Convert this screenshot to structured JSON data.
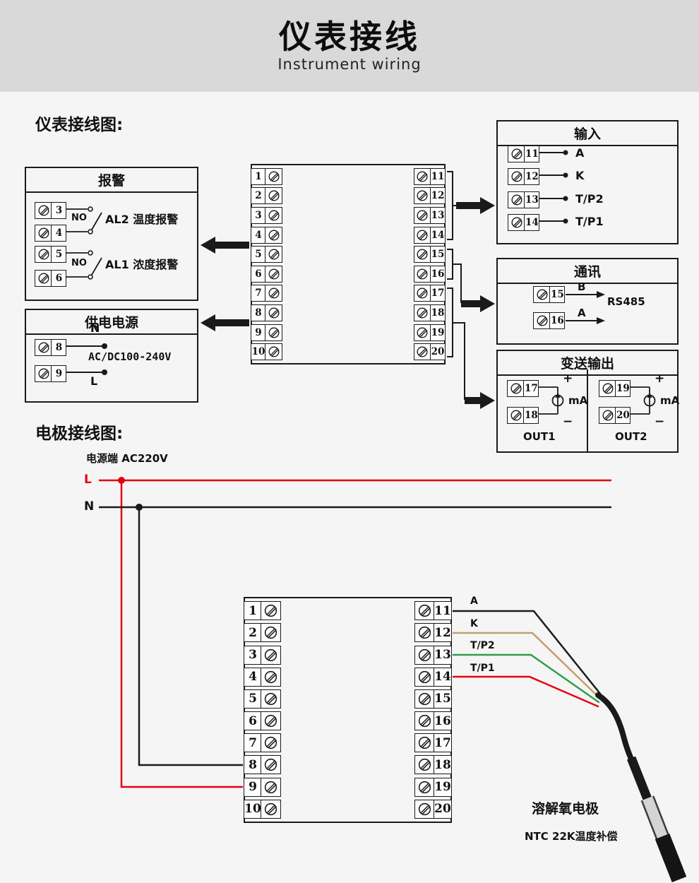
{
  "header": {
    "title": "仪表接线",
    "subtitle": "Instrument wiring"
  },
  "section_labels": {
    "wiring": "仪表接线图:",
    "electrode": "电极接线图:"
  },
  "top_block": {
    "left_terminals": [
      "1",
      "2",
      "3",
      "4",
      "5",
      "6",
      "7",
      "8",
      "9",
      "10"
    ],
    "right_terminals": [
      "11",
      "12",
      "13",
      "14",
      "15",
      "16",
      "17",
      "18",
      "19",
      "20"
    ]
  },
  "bottom_block": {
    "left_terminals": [
      "1",
      "2",
      "3",
      "4",
      "5",
      "6",
      "7",
      "8",
      "9",
      "10"
    ],
    "right_terminals": [
      "11",
      "12",
      "13",
      "14",
      "15",
      "16",
      "17",
      "18",
      "19",
      "20"
    ]
  },
  "alarm_box": {
    "title": "报警",
    "groups": [
      {
        "no": "NO",
        "terminals": [
          "3",
          "4"
        ],
        "label": "AL2 温度报警"
      },
      {
        "no": "NO",
        "terminals": [
          "5",
          "6"
        ],
        "label": "AL1 浓度报警"
      }
    ]
  },
  "power_box": {
    "title": "供电电源",
    "terminals": [
      "8",
      "9"
    ],
    "n_label": "N",
    "l_label": "L",
    "voltage": "AC/DC100-240V"
  },
  "input_box": {
    "title": "输入",
    "rows": [
      {
        "terminal": "11",
        "label": "A"
      },
      {
        "terminal": "12",
        "label": "K"
      },
      {
        "terminal": "13",
        "label": "T/P2"
      },
      {
        "terminal": "14",
        "label": "T/P1"
      }
    ]
  },
  "comm_box": {
    "title": "通讯",
    "rows": [
      {
        "terminal": "15",
        "label": "B"
      },
      {
        "terminal": "16",
        "label": "A"
      }
    ],
    "protocol": "RS485"
  },
  "output_box": {
    "title": "变送输出",
    "channels": [
      {
        "terminals": [
          "17",
          "18"
        ],
        "plus": "+",
        "minus": "−",
        "unit": "mA",
        "name": "OUT1"
      },
      {
        "terminals": [
          "19",
          "20"
        ],
        "plus": "+",
        "minus": "−",
        "unit": "mA",
        "name": "OUT2"
      }
    ]
  },
  "electrode_section": {
    "power_terminal_label": "电源端  AC220V",
    "l_label": "L",
    "n_label": "N",
    "l_color": "#e60012",
    "n_color": "#1a1a1a",
    "wires": [
      {
        "label": "A",
        "color": "#1a1a1a"
      },
      {
        "label": "K",
        "color": "#c2a06b"
      },
      {
        "label": "T/P2",
        "color": "#2f9e4a"
      },
      {
        "label": "T/P1",
        "color": "#e60012"
      }
    ],
    "electrode_name": "溶解氧电极",
    "ntc_label": "NTC 22K温度补偿"
  }
}
